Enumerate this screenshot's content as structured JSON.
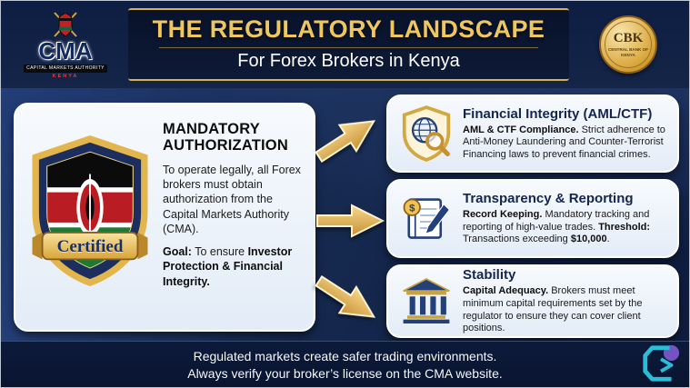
{
  "colors": {
    "background_navy": "#16294f",
    "accent_gold": "#e9b94d",
    "panel_light": "#eef4fb",
    "title_navy": "#14264f",
    "alert_red": "#c1121f",
    "watermark_cyan": "#2bc7e0",
    "watermark_purple": "#7b57c9"
  },
  "header": {
    "title": "THE REGULATORY LANDSCAPE",
    "subtitle": "For Forex Brokers in Kenya",
    "cma_logo": {
      "abbr": "CMA",
      "caption": "CAPITAL MARKETS AUTHORITY",
      "region": "KENYA"
    },
    "cbk_logo": {
      "abbr": "CBK",
      "caption": "CENTRAL BANK OF KENYA"
    }
  },
  "left_panel": {
    "badge_label": "Certified",
    "heading": "MANDATORY AUTHORIZATION",
    "body": "To operate legally, all Forex brokers must obtain authorization from the Capital Markets Authority (CMA).",
    "goal_label": "Goal:",
    "goal_mid": " To ensure ",
    "goal_bold": "Investor Protection & Financial Integrity."
  },
  "panels": [
    {
      "title": "Financial Integrity (AML/CTF)",
      "lead": "AML & CTF Compliance.",
      "body": " Strict adherence to Anti-Money Laundering and Counter-Terrorist Financing laws to prevent financial crimes."
    },
    {
      "title": "Transparency & Reporting",
      "lead": "Record Keeping.",
      "body": " Mandatory tracking and reporting of high-value trades. ",
      "lead2": "Threshold:",
      "body2": " Transactions exceeding ",
      "amount": "$10,000",
      "body3": ".",
      "icon_symbol": "$"
    },
    {
      "title": "Stability",
      "lead": "Capital Adequacy.",
      "body": " Brokers must meet minimum capital requirements set by the regulator to ensure they can cover client positions."
    }
  ],
  "footer": {
    "line1": "Regulated markets create safer trading environments.",
    "line2": "Always verify your broker’s license on the CMA website."
  }
}
